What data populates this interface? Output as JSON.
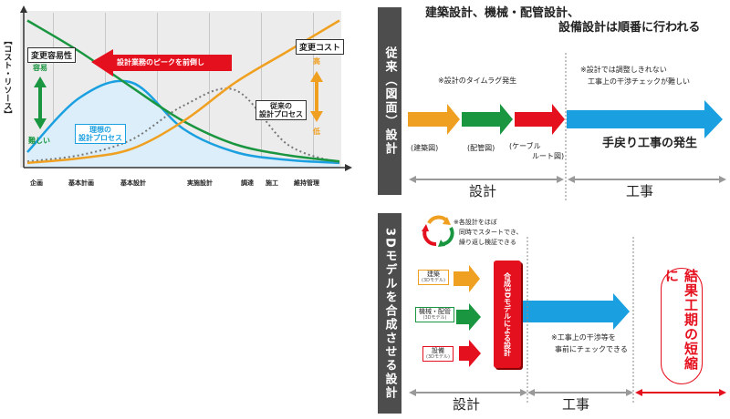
{
  "chart": {
    "ylabel": "【コスト・リソース】",
    "ease_box": "変更容易性",
    "ease_high": "容易",
    "ease_low": "難しい",
    "cost_box": "変更コスト",
    "cost_high": "高",
    "cost_low": "低",
    "peak_arrow": "設計業務のピークを前倒し",
    "ideal_label": "理想の\n設計プロセス",
    "old_label": "従来の\n設計プロセス",
    "phases": [
      "企画",
      "基本計画",
      "基本設計",
      "実施設計",
      "調達",
      "施工",
      "維持管理"
    ]
  },
  "chart_data": {
    "type": "line",
    "title": "",
    "xlabel": "",
    "ylabel": "【コスト・リソース】",
    "categories": [
      "企画",
      "基本計画",
      "基本設計",
      "実施設計",
      "調達",
      "施工",
      "維持管理"
    ],
    "series": [
      {
        "name": "変更容易性",
        "values": [
          95,
          75,
          52,
          30,
          15,
          8,
          4
        ]
      },
      {
        "name": "変更コスト",
        "values": [
          3,
          6,
          12,
          30,
          55,
          75,
          95
        ]
      },
      {
        "name": "理想の設計プロセス",
        "values": [
          10,
          45,
          55,
          25,
          10,
          5,
          3
        ]
      },
      {
        "name": "従来の設計プロセス",
        "values": [
          4,
          8,
          18,
          40,
          50,
          15,
          3
        ]
      }
    ]
  },
  "top": {
    "side_label": "従来（図面）設計",
    "title_line1": "建築設計、機械・配管設計、",
    "title_line2": "設備設計は順番に行われる",
    "note_lag": "※設計のタイムラグ発生",
    "note_adjust_1": "※設計では調整しきれない",
    "note_adjust_2": "工事上の干渉チェックが難しい",
    "step1": "(建築図)",
    "step2": "(配管図)",
    "step3_1": "(ケーブル",
    "step3_2": "ルート図)",
    "rework": "手戻り工事の発生",
    "phase_design": "設計",
    "phase_construction": "工事"
  },
  "bottom": {
    "side_label": "3Dモデルを合成させる設計",
    "cycle_note_1": "※各設計をほぼ",
    "cycle_note_2": "同時でスタートでき、",
    "cycle_note_3": "繰り返し検証できる",
    "b1": "建築",
    "b1_sub": "(3Dモデル)",
    "b2": "機械・配管",
    "b2_sub": "(3Dモデル)",
    "b3": "設備",
    "b3_sub": "(3Dモデル)",
    "merged": "合成3Dモデルによる設計",
    "check_1": "※工事上の干渉等を",
    "check_2": "事前にチェックできる",
    "result": "結果工期の短縮に",
    "phase_design": "設計",
    "phase_construction": "工事"
  },
  "colors": {
    "green": "#1a9640",
    "orange": "#f0a020",
    "red": "#e5101e",
    "blue": "#1aa0e0",
    "gray": "#4d4d4d"
  }
}
